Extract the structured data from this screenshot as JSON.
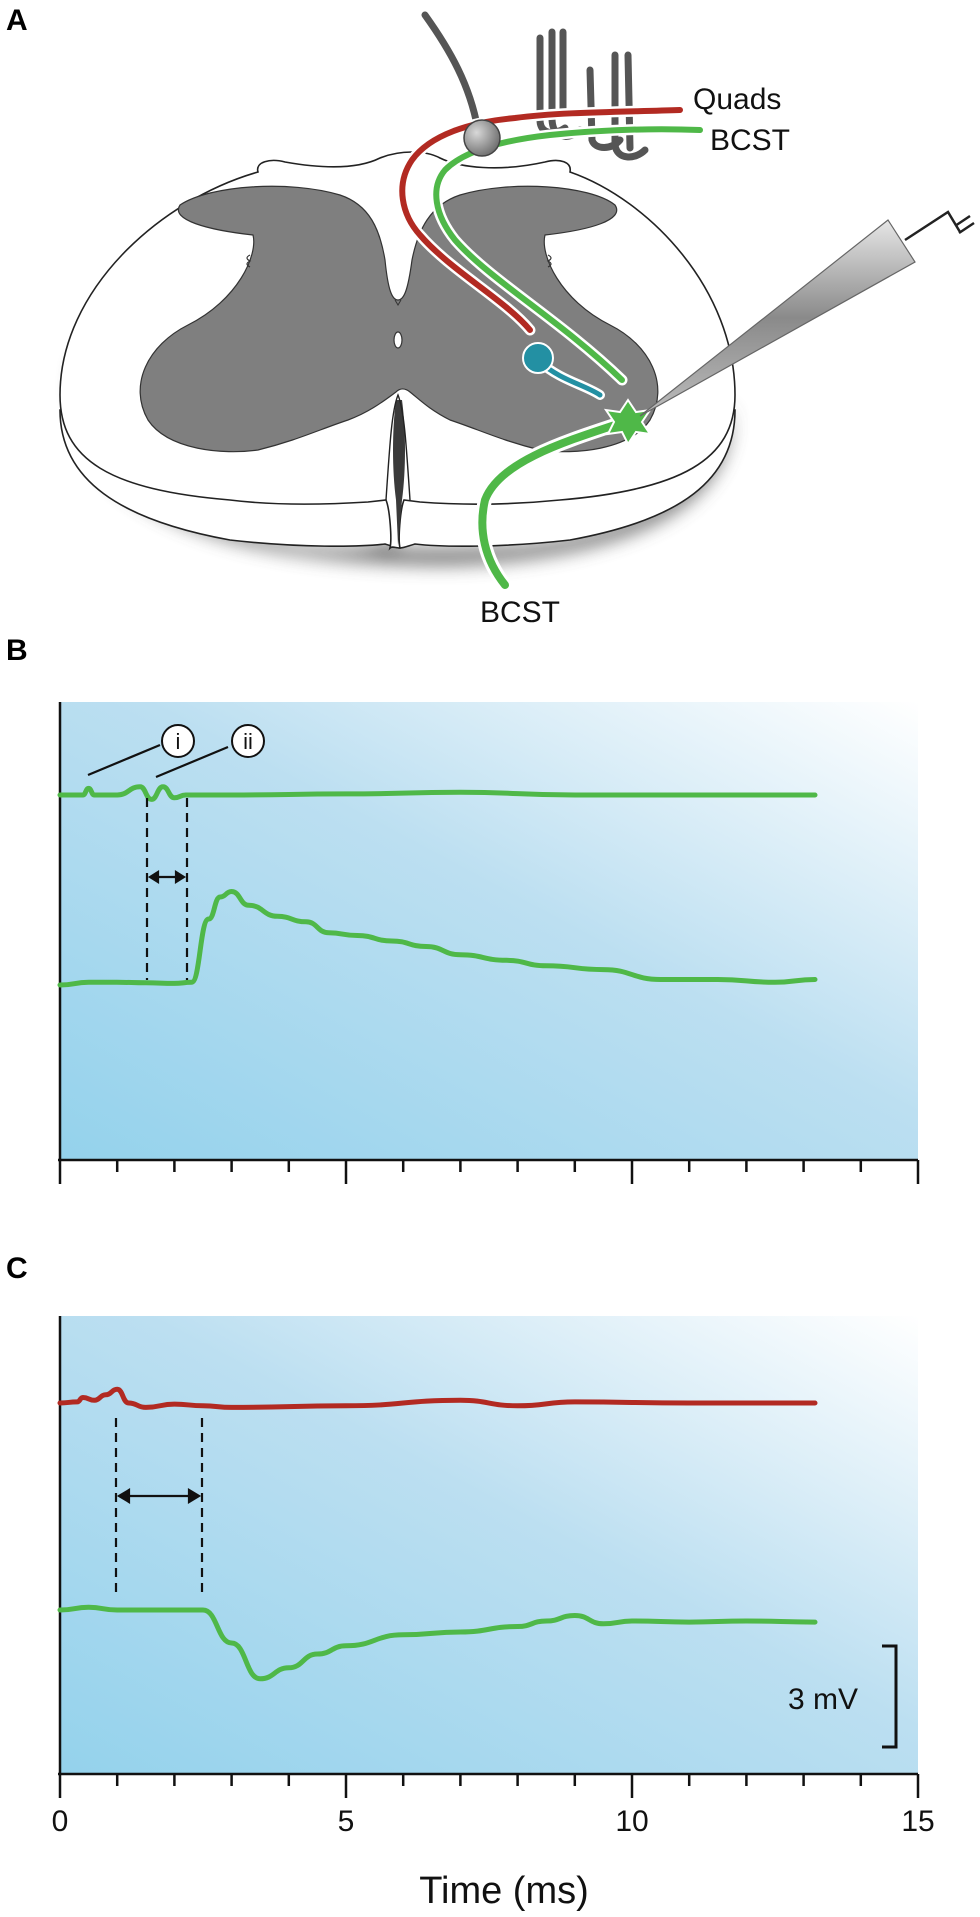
{
  "panels": {
    "a": "A",
    "b": "B",
    "c": "C"
  },
  "diagram": {
    "label_quads": "Quads",
    "label_bcst_top": "BCST",
    "label_bcst_bottom": "BCST"
  },
  "panel_b": {
    "marker_i": "i",
    "marker_ii": "ii"
  },
  "colors": {
    "red": "#b22a22",
    "green": "#4fb848",
    "teal": "#2390a3",
    "gray_matter": "#7f7f7f",
    "plot_bg_light": "#ffffff",
    "plot_bg_dark": "#94d2ec"
  },
  "icons": [
    "neuron-soma-icon",
    "recording-electrode-icon",
    "ground-icon",
    "interneuron-icon"
  ],
  "chart_data": [
    {
      "type": "line",
      "panel": "B",
      "xlim": [
        0,
        15
      ],
      "series": [
        {
          "color": "green",
          "x": [
            0,
            0.4,
            0.5,
            0.6,
            1.0,
            1.4,
            1.6,
            1.8,
            2.0,
            2.2,
            2.5,
            3,
            5,
            7,
            9,
            11,
            13.2
          ],
          "y": [
            0,
            0,
            0.12,
            0,
            0,
            0.15,
            -0.08,
            0.15,
            -0.05,
            0,
            0,
            0,
            0.02,
            0.05,
            0,
            0,
            0
          ]
        },
        {
          "color": "green",
          "x": [
            0,
            0.5,
            1,
            1.5,
            2,
            2.3,
            2.6,
            2.8,
            3.0,
            3.3,
            3.8,
            4.3,
            4.7,
            5.2,
            5.8,
            6.4,
            7,
            7.8,
            8.5,
            9.5,
            10.5,
            11.5,
            12.5,
            13.2
          ],
          "y": [
            0,
            0.05,
            0.05,
            0.04,
            0.03,
            0.05,
            1.2,
            1.6,
            1.7,
            1.45,
            1.25,
            1.15,
            0.95,
            0.9,
            0.8,
            0.7,
            0.55,
            0.45,
            0.35,
            0.28,
            0.1,
            0.1,
            0.05,
            0.1
          ]
        }
      ],
      "xticks": [
        0,
        5,
        10,
        15
      ],
      "markers": [
        "i",
        "ii"
      ]
    },
    {
      "type": "line",
      "panel": "C",
      "xlim": [
        0,
        15
      ],
      "xticks": [
        0,
        5,
        10,
        15
      ],
      "xticklabels": [
        "0",
        "5",
        "10",
        "15"
      ],
      "xlabel": "Time (ms)",
      "scale_bar": "3 mV",
      "series": [
        {
          "color": "red",
          "x": [
            0,
            0.3,
            0.4,
            0.6,
            0.8,
            1.0,
            1.2,
            1.5,
            2,
            2.5,
            3,
            5,
            7,
            8,
            9,
            11,
            13.2
          ],
          "y": [
            0,
            0.02,
            0.1,
            0.05,
            0.15,
            0.25,
            0,
            -0.08,
            -0.02,
            -0.05,
            -0.08,
            -0.05,
            0.05,
            -0.05,
            0.02,
            0,
            0
          ]
        },
        {
          "color": "green",
          "x": [
            0,
            0.5,
            1,
            1.5,
            2,
            2.5,
            3,
            3.5,
            4,
            4.5,
            5,
            6,
            7,
            8,
            8.5,
            9,
            9.5,
            10,
            11,
            12,
            13.2
          ],
          "y": [
            0,
            0.05,
            0,
            0,
            0,
            0,
            -0.6,
            -1.25,
            -1.05,
            -0.8,
            -0.65,
            -0.45,
            -0.4,
            -0.3,
            -0.2,
            -0.1,
            -0.25,
            -0.2,
            -0.22,
            -0.2,
            -0.22
          ]
        }
      ]
    }
  ]
}
